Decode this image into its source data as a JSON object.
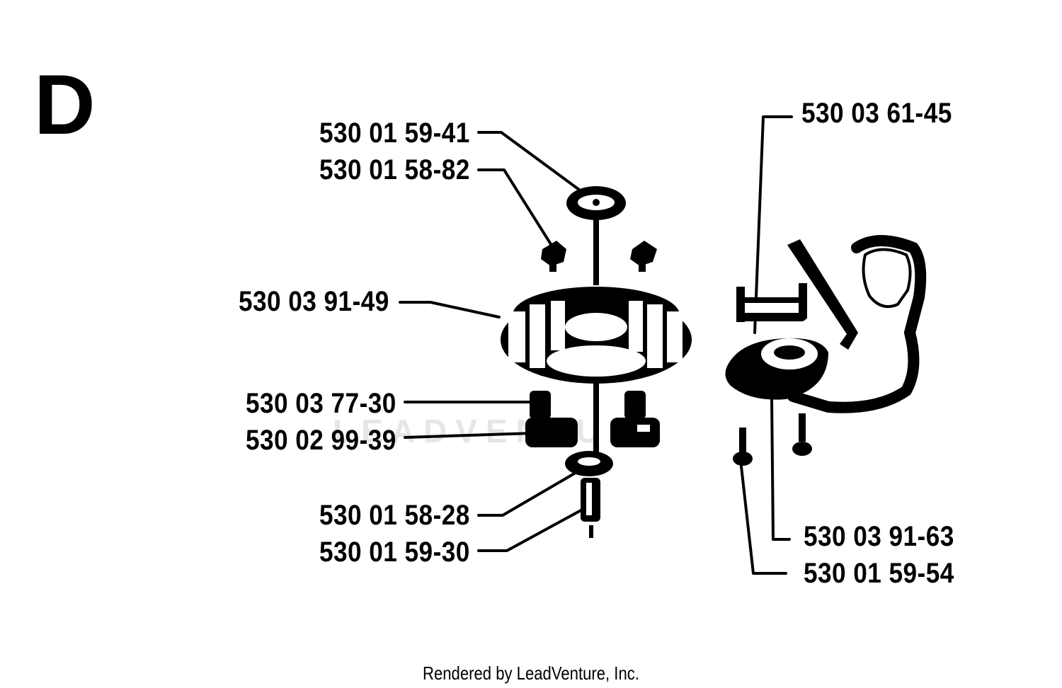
{
  "section_letter": "D",
  "watermark": "LEADVENTURE",
  "footer": "Rendered by LeadVenture, Inc.",
  "part_numbers": {
    "p1": "530 01 59-41",
    "p2": "530 01 58-82",
    "p3": "530 03 91-49",
    "p4": "530 03 77-30",
    "p5": "530 02 99-39",
    "p6": "530 01 58-28",
    "p7": "530 01 59-30",
    "p8": "530 03 61-45",
    "p9": "530 03 91-63",
    "p10": "530 01 59-54"
  }
}
